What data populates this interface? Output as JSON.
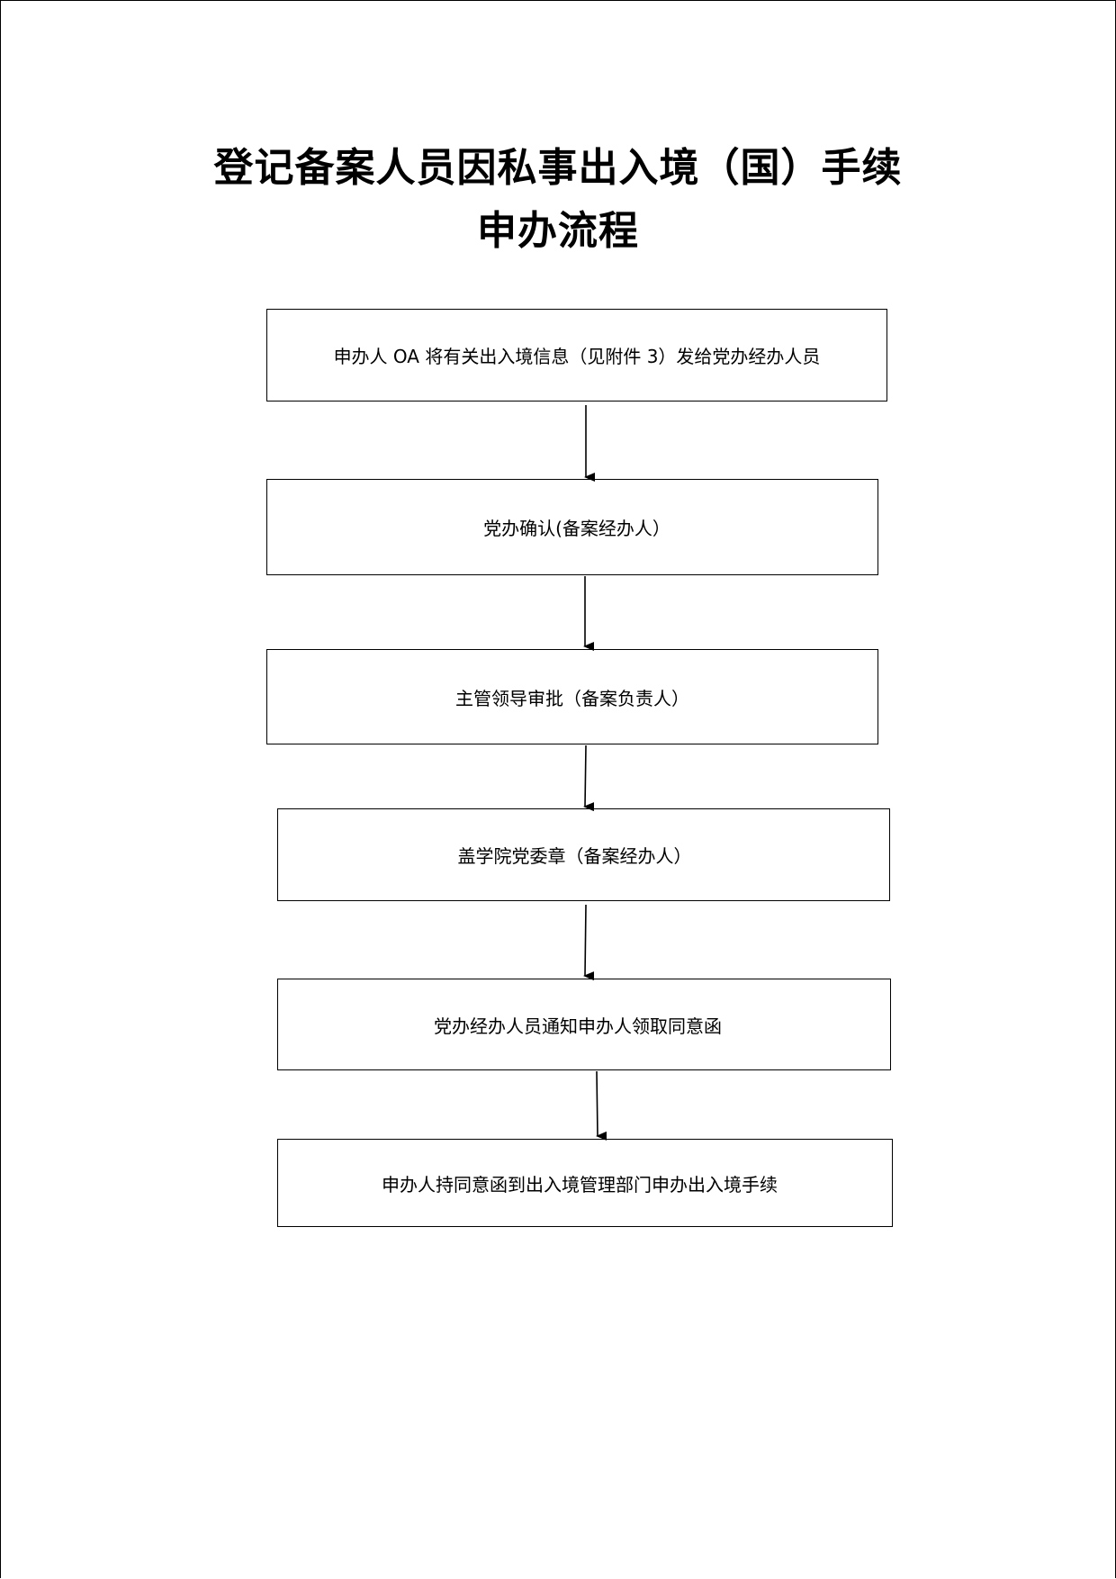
{
  "document": {
    "title_line1": "登记备案人员因私事出入境（国）手续",
    "title_line2": "申办流程"
  },
  "flowchart": {
    "steps": [
      {
        "label": "申办人 OA 将有关出入境信息（见附件 3）发给党办经办人员"
      },
      {
        "label": "党办确认(备案经办人）"
      },
      {
        "label": "主管领导审批（备案负责人）"
      },
      {
        "label": "盖学院党委章（备案经办人）"
      },
      {
        "label": "党办经办人员通知申办人领取同意函"
      },
      {
        "label": "申办人持同意函到出入境管理部门申办出入境手续"
      }
    ],
    "connector_color": "#000000"
  }
}
